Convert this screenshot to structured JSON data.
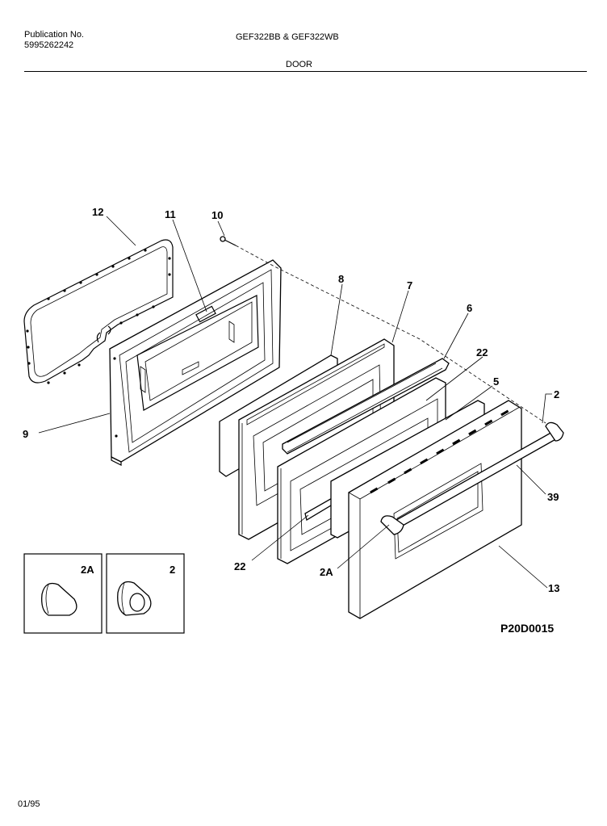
{
  "header": {
    "publication_label": "Publication No.",
    "publication_number": "5995262242",
    "model": "GEF322BB & GEF322WB",
    "section_title": "DOOR"
  },
  "callouts": {
    "c12": "12",
    "c11": "11",
    "c10": "10",
    "c8": "8",
    "c7": "7",
    "c6": "6",
    "c22_upper": "22",
    "c5": "5",
    "c2": "2",
    "c9": "9",
    "c39": "39",
    "c22_lower": "22",
    "c2A": "2A",
    "c13": "13"
  },
  "insets": {
    "left_label": "2A",
    "right_label": "2"
  },
  "drawing_code": "P20D0015",
  "footer": {
    "date": "01/95"
  }
}
